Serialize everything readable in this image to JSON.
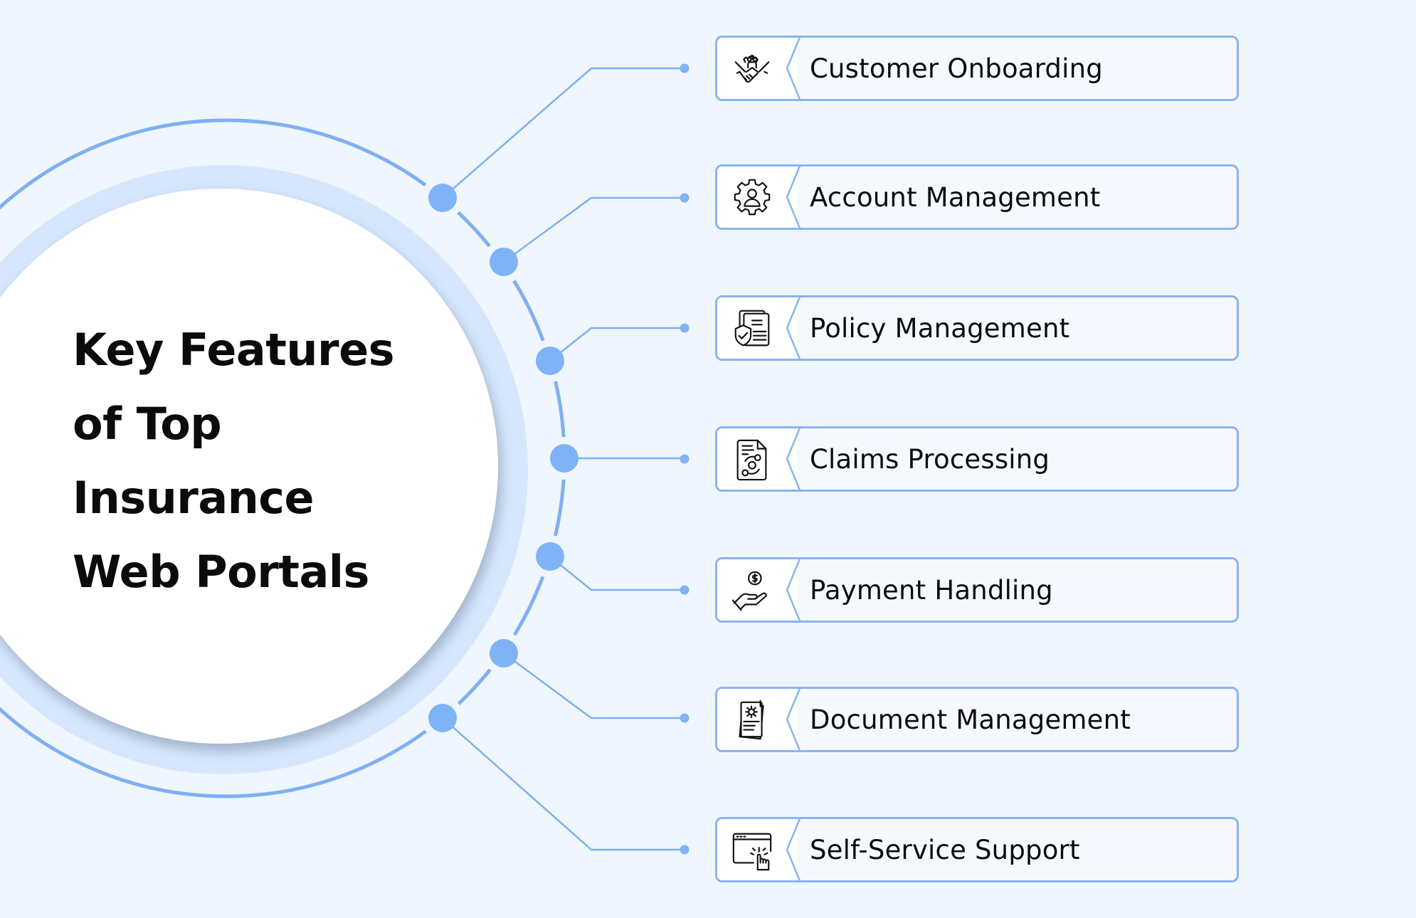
{
  "title": {
    "lines": [
      "Key Features",
      "of Top",
      "Insurance",
      "Web Portals"
    ]
  },
  "colors": {
    "background": "#eff6fe",
    "accent": "#7fb3f5",
    "ring": "#7fb0f0",
    "box_border": "#8ab4f0",
    "box_fill": "#f5f9fe",
    "text": "#0b0b0b"
  },
  "features": [
    {
      "label": "Customer Onboarding",
      "icon": "handshake-gear-icon"
    },
    {
      "label": "Account Management",
      "icon": "user-gear-icon"
    },
    {
      "label": "Policy Management",
      "icon": "policy-shield-document-icon"
    },
    {
      "label": "Claims Processing",
      "icon": "claims-document-cycle-icon"
    },
    {
      "label": "Payment Handling",
      "icon": "hand-dollar-coin-icon"
    },
    {
      "label": "Document Management",
      "icon": "document-gear-stack-icon"
    },
    {
      "label": "Self-Service Support",
      "icon": "browser-click-hand-icon"
    }
  ]
}
